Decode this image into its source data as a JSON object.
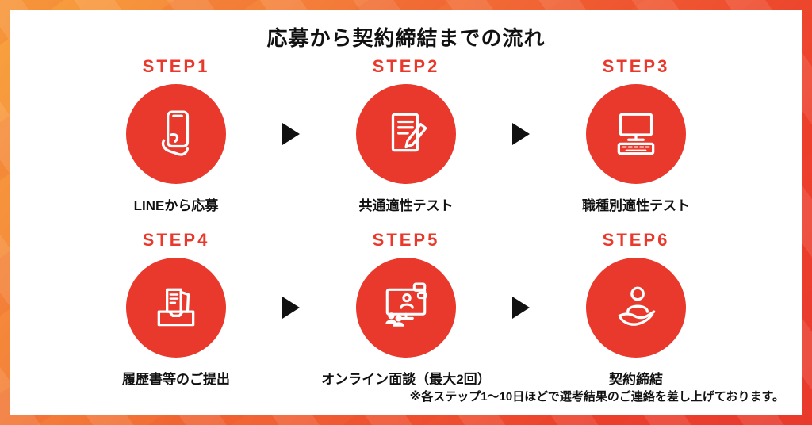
{
  "colors": {
    "accent_red": "#e9382c",
    "frame_orange_light": "#f8a33e",
    "frame_orange_dark": "#e93a2e",
    "text_black": "#111111",
    "card_white": "#ffffff"
  },
  "header": {
    "title": "応募から契約締結までの流れ"
  },
  "steps": [
    {
      "number": "STEP1",
      "label": "LINEから応募",
      "icon": "smartphone-in-hand-icon"
    },
    {
      "number": "STEP2",
      "label": "共通適性テスト",
      "icon": "document-pencil-icon"
    },
    {
      "number": "STEP3",
      "label": "職種別適性テスト",
      "icon": "desktop-computer-icon"
    },
    {
      "number": "STEP4",
      "label": "履歴書等のご提出",
      "icon": "documents-tray-icon"
    },
    {
      "number": "STEP5",
      "label": "オンライン面談（最大2回）",
      "icon": "online-meeting-icon"
    },
    {
      "number": "STEP6",
      "label": "契約締結",
      "icon": "person-in-hand-icon"
    }
  ],
  "footer": {
    "note": "※各ステップ1〜10日ほどで選考結果のご連絡を差し上げております。"
  }
}
